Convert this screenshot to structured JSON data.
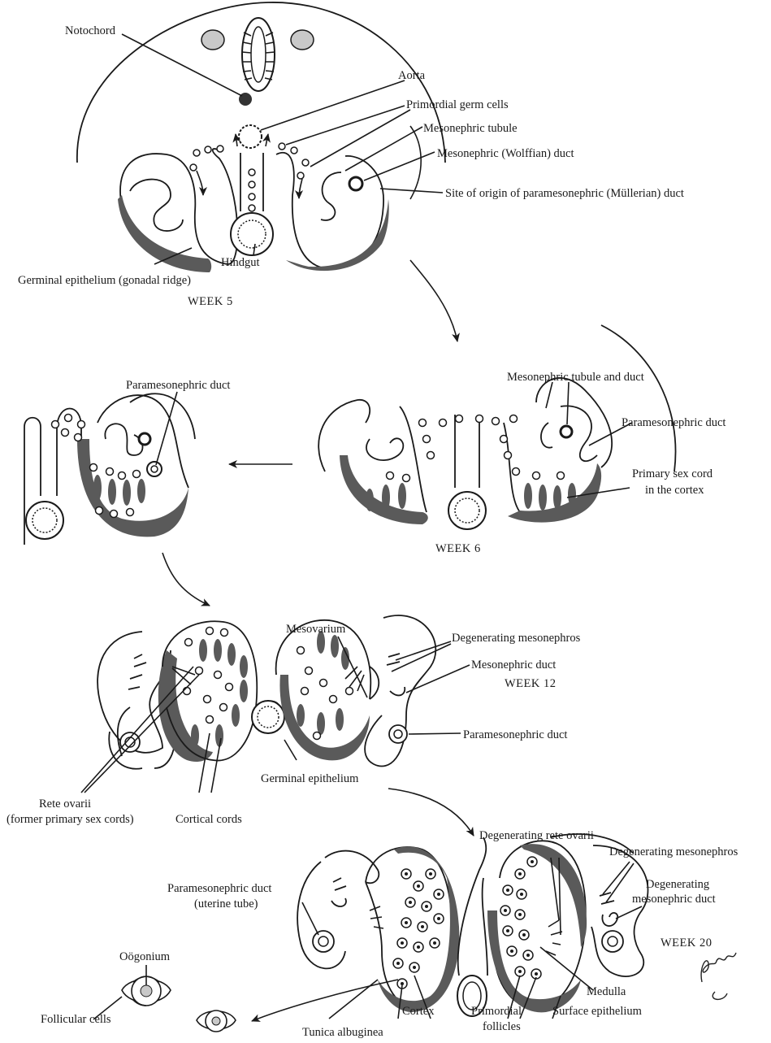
{
  "labels": {
    "notochord": "Notochord",
    "aorta": "Aorta",
    "primordial_germ_cells": "Primordial germ cells",
    "mesonephric_tubule": "Mesonephric tubule",
    "mesonephric_wolffian_duct": "Mesonephric (Wolffian) duct",
    "site_of_origin": "Site of origin of paramesonephric (Müllerian) duct",
    "hindgut": "Hindgut",
    "germinal_epithelium_ridge": "Germinal epithelium (gonadal ridge)",
    "week5": "WEEK 5",
    "paramesonephric_duct_left": "Paramesonephric duct",
    "mesonephric_tubule_and_duct": "Mesonephric tubule and duct",
    "paramesonephric_duct_right": "Paramesonephric duct",
    "primary_sex_cord_1": "Primary sex cord",
    "primary_sex_cord_2": "in the cortex",
    "week6": "WEEK 6",
    "mesovarium": "Mesovarium",
    "degenerating_mesonephros_12": "Degenerating mesonephros",
    "mesonephric_duct_12": "Mesonephric duct",
    "week12": "WEEK 12",
    "paramesonephric_duct_12": "Paramesonephric duct",
    "rete_ovarii_1": "Rete ovarii",
    "rete_ovarii_2": "(former primary sex cords)",
    "cortical_cords": "Cortical cords",
    "germinal_epithelium": "Germinal epithelium",
    "degenerating_rete_ovarii": "Degenerating rete ovarii",
    "degenerating_mesonephros_20": "Degenerating mesonephros",
    "degenerating_mesonephric_duct_1": "Degenerating",
    "degenerating_mesonephric_duct_2": "mesonephric duct",
    "week20": "WEEK 20",
    "paramesonephric_uterine_1": "Paramesonephric duct",
    "paramesonephric_uterine_2": "(uterine tube)",
    "oogonium": "Oögonium",
    "follicular_cells": "Follicular cells",
    "tunica_albuginea": "Tunica albuginea",
    "cortex": "Cortex",
    "primordial_follicles_1": "Primordial",
    "primordial_follicles_2": "follicles",
    "surface_epithelium": "Surface epithelium",
    "medulla": "Medulla"
  }
}
